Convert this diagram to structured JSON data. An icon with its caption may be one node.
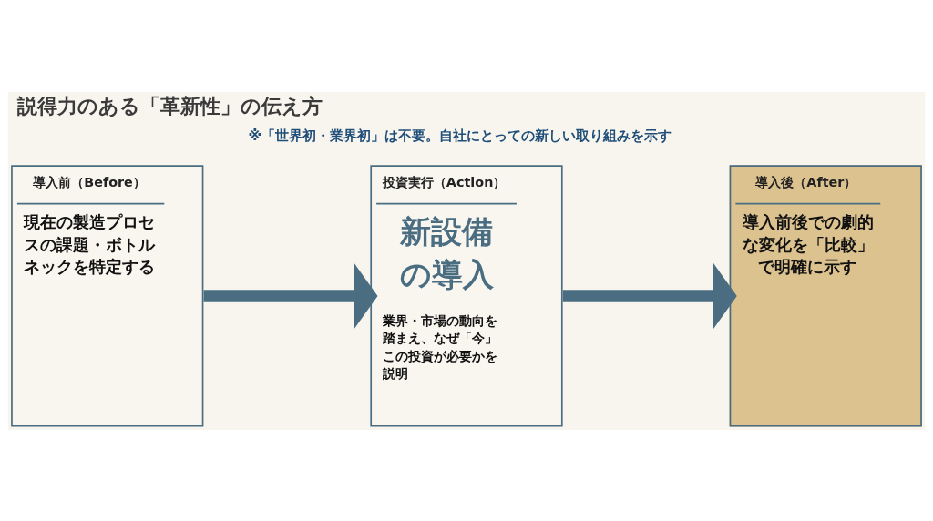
{
  "diagram": {
    "title": "説得力のある「革新性」の伝え方",
    "nodes": [
      {
        "text": [
          "導入前（Before）",
          "現在の製造プロセスの課題・ボトルネックを特定する"
        ]
      },
      {
        "text": [
          "投資実行（Action）",
          "新設備の導入",
          "業界・市場の動向を踏まえ、なぜ「今」この投資が必要かを説明"
        ]
      },
      {
        "text": [
          "導入後（After）",
          "導入前後での劇的な変化を「比較」で明確に示す"
        ]
      }
    ],
    "edges": [
      {
        "from": 0,
        "to": 1,
        "arrow": "to"
      },
      {
        "from": 1,
        "to": 2,
        "arrow": "to"
      }
    ],
    "labels": [
      "※「世界初・業界初」は不要。自社にとっての新しい取り組みを示す"
    ]
  }
}
